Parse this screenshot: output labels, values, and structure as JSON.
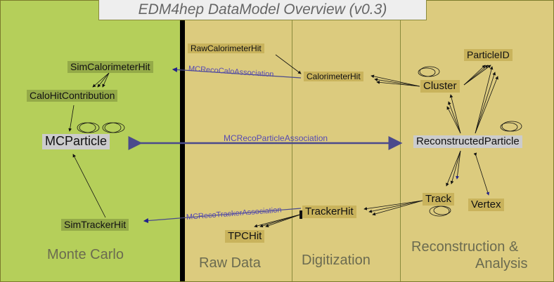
{
  "title": "EDM4hep DataModel Overview (v0.3)",
  "nodes": {
    "raw_calorimeter_hit": "RawCalorimeterHit",
    "sim_calorimeter_hit": "SimCalorimeterHit",
    "calo_hit_contribution": "CaloHitContribution",
    "mc_particle": "MCParticle",
    "calorimeter_hit": "CalorimeterHit",
    "cluster": "Cluster",
    "particle_id": "ParticleID",
    "reconstructed_particle": "ReconstructedParticle",
    "track": "Track",
    "vertex": "Vertex",
    "tracker_hit": "TrackerHit",
    "tpc_hit": "TPCHit",
    "sim_tracker_hit": "SimTrackerHit"
  },
  "associations": {
    "calo": "MCRecoCaloAssociation",
    "particle": "MCRecoParticleAssociation",
    "tracker": "MCRecoTrackerAssociation"
  },
  "regions": {
    "monte_carlo": "Monte Carlo",
    "raw_data": "Raw Data",
    "digitization": "Digitization",
    "reconstruction_line1": "Reconstruction &",
    "reconstruction_line2": "Analysis"
  },
  "colors": {
    "mc_bg": "#b5cf5a",
    "reco_bg": "#dccb7e",
    "assoc": "#4a4a8c"
  }
}
